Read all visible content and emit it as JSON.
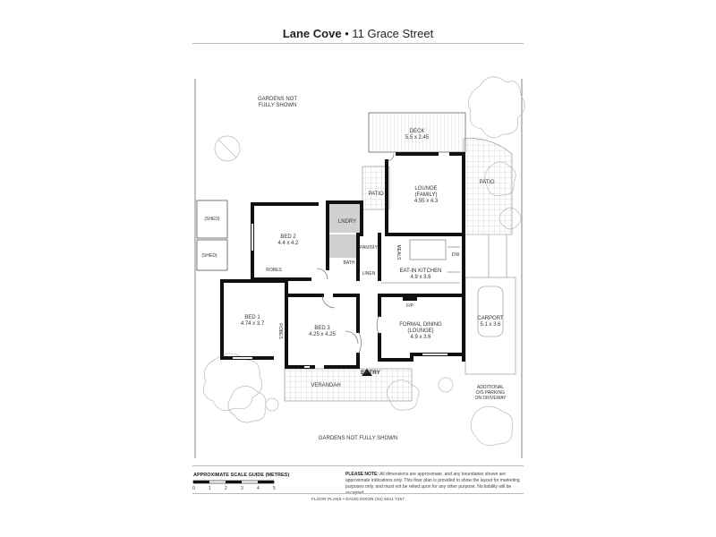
{
  "header": {
    "suburb": "Lane Cove",
    "bullet": "•",
    "street": "11 Grace Street"
  },
  "rooms": {
    "deck": {
      "name": "DECK",
      "size": "5.5 x 2.45"
    },
    "lounge": {
      "name": "LOUNGE",
      "sub": "(FAMILY)",
      "size": "4.55 x 4.3"
    },
    "patio_left": {
      "name": "PATIO"
    },
    "patio_right": {
      "name": "PATIO"
    },
    "lndry": {
      "name": "LNDRY"
    },
    "bed2": {
      "name": "BED 2",
      "size": "4.4 x 4.2"
    },
    "robes_bed2": {
      "name": "ROBES"
    },
    "pantry": {
      "name": "PANTRY"
    },
    "bath": {
      "name": "BATH"
    },
    "linen": {
      "name": "LINEN"
    },
    "meals": {
      "name": "MEALS"
    },
    "dw": {
      "name": "DW"
    },
    "kitchen": {
      "name": "EAT-IN KITCHEN",
      "size": "4.9 x 3.6"
    },
    "fp": {
      "name": "F/P"
    },
    "bed1": {
      "name": "BED 1",
      "size": "4.74 x 3.7"
    },
    "robes_bed1": {
      "name": "ROBES"
    },
    "bed3": {
      "name": "BED 3",
      "size": "4.25 x 4.25"
    },
    "dining": {
      "name": "FORMAL DINING",
      "sub": "(LOUNGE)",
      "size": "4.9 x 3.6"
    },
    "carport": {
      "name": "CARPORT",
      "size": "5.1 x 3.6"
    },
    "shed1": {
      "name": "(SHED)"
    },
    "shed2": {
      "name": "(SHED)"
    },
    "verandah": {
      "name": "VERANDAH"
    },
    "entry": {
      "name": "ENTRY"
    }
  },
  "notes": {
    "gardens_top_1": "GARDENS NOT",
    "gardens_top_2": "FULLY SHOWN",
    "gardens_bottom": "GARDENS NOT FULLY SHOWN",
    "parking_1": "ADDITIONAL",
    "parking_2": "O/S PARKING",
    "parking_3": "ON DRIVEWAY"
  },
  "scale": {
    "title": "APPROXIMATE SCALE GUIDE (METRES)",
    "ticks": [
      "0",
      "1",
      "2",
      "3",
      "4",
      "5"
    ]
  },
  "disclaimer": {
    "label": "PLEASE NOTE:",
    "text": "All dimensions are approximate, and any boundaries shown are approximate indications only. This floor plan is provided to show the layout for marketing purposes only, and must not be relied upon for any other purpose. No liability will be accepted."
  },
  "footer": {
    "text": "FLOOR PLANS • DAVID DIXON (02) 9411 7257"
  },
  "colors": {
    "wall": "#111111",
    "line": "#999999",
    "tree": "#bbbbbb",
    "wetarea": "#bdbdbd"
  }
}
